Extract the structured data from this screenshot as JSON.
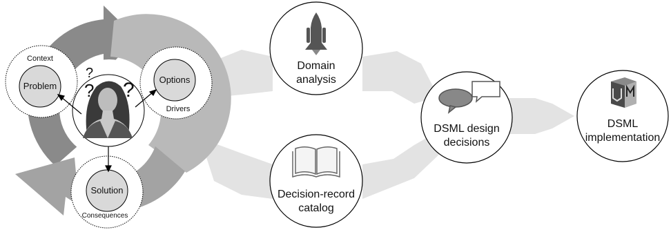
{
  "cycle": {
    "context_label": "Context",
    "problem_label": "Problem",
    "options_label": "Options",
    "drivers_label": "Drivers",
    "solution_label": "Solution",
    "consequences_label": "Consequences",
    "question_glyph": "?"
  },
  "steps": {
    "domain_analysis": {
      "line1": "Domain",
      "line2": "analysis",
      "icon": "space-shuttle-icon"
    },
    "decision_record_catalog": {
      "line1": "Decision-record",
      "line2": "catalog",
      "icon": "open-book-icon"
    },
    "dsml_design_decisions": {
      "line1": "DSML design",
      "line2": "decisions",
      "icon": "speech-bubbles-icon"
    },
    "dsml_implementation": {
      "line1": "DSML",
      "line2": "implementation",
      "icon": "uml-logo-icon"
    }
  },
  "colors": {
    "cycle_dark": "#8a8a8a",
    "cycle_light": "#b9b9b9",
    "flow_arrow": "#e3e3e3",
    "node_fill": "#ffffff",
    "node_stroke": "#000000",
    "inner_circle": "#d9d9d9"
  }
}
